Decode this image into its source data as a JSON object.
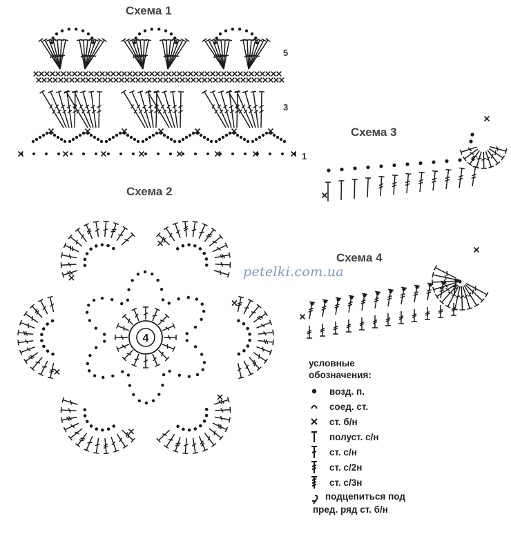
{
  "schemes": [
    {
      "title": "Схема 1",
      "row_labels": [
        "5",
        "3",
        "1"
      ]
    },
    {
      "title": "Схема 2",
      "center_label": "4"
    },
    {
      "title": "Схема 3"
    },
    {
      "title": "Схема 4"
    }
  ],
  "watermark": "petelki.com.ua",
  "legend": {
    "header": [
      "условные",
      "обозначения:"
    ],
    "items": [
      {
        "symbol": "dot-icon",
        "label": "возд. п."
      },
      {
        "symbol": "slip-stitch-icon",
        "label": "соед. ст."
      },
      {
        "symbol": "cross-icon",
        "label": "ст. б/н"
      },
      {
        "symbol": "half-double-icon",
        "label": "полуст. с/н"
      },
      {
        "symbol": "double-crochet-icon",
        "label": "ст. с/н"
      },
      {
        "symbol": "treble-crochet-icon",
        "label": "ст. с/2н"
      },
      {
        "symbol": "triple-treble-icon",
        "label": "ст. с/3н"
      },
      {
        "symbol": "hook-under-icon",
        "label": [
          "подцепиться под",
          "пред. ряд ст. б/н"
        ]
      }
    ]
  }
}
